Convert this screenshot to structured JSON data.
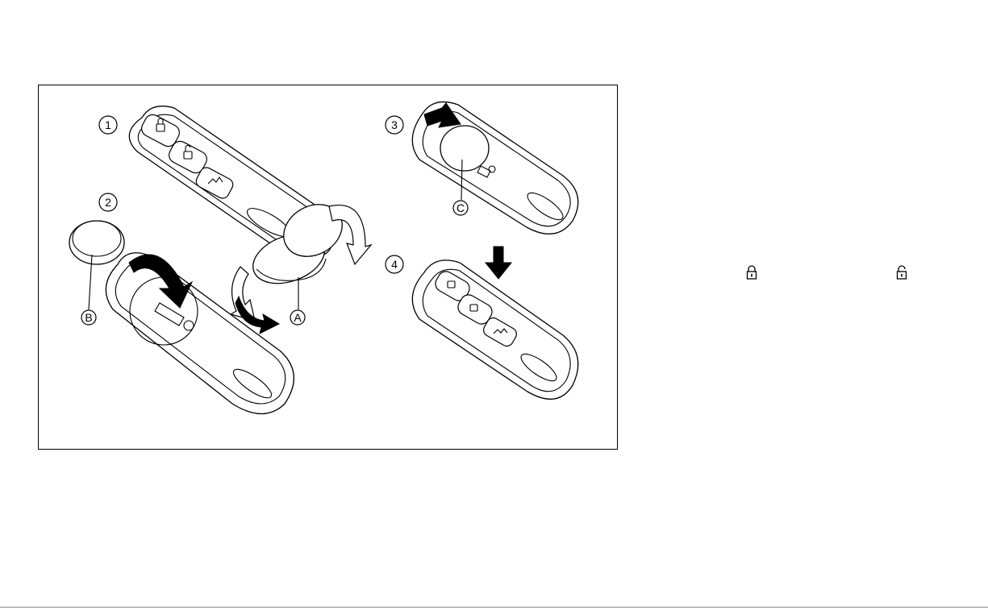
{
  "figure": {
    "step_labels": [
      "1",
      "2",
      "3",
      "4"
    ],
    "part_labels": [
      "A",
      "B",
      "C"
    ]
  },
  "side_icons": [
    "lock-icon",
    "unlock-icon"
  ],
  "colors": {
    "line": "#000000",
    "background": "#ffffff"
  }
}
